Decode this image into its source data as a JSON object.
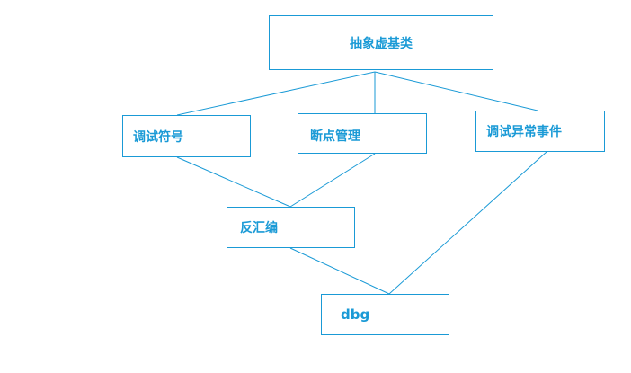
{
  "diagram": {
    "line_color": "#1a9ad6",
    "nodes": {
      "abstract_base": "抽象虚基类",
      "debug_symbols": "调试符号",
      "breakpoint_mgmt": "断点管理",
      "debug_exception_events": "调试异常事件",
      "disassembly": "反汇编",
      "dbg": "dbg"
    },
    "edges": [
      [
        "abstract_base",
        "debug_symbols"
      ],
      [
        "abstract_base",
        "breakpoint_mgmt"
      ],
      [
        "abstract_base",
        "debug_exception_events"
      ],
      [
        "debug_symbols",
        "disassembly"
      ],
      [
        "breakpoint_mgmt",
        "disassembly"
      ],
      [
        "disassembly",
        "dbg"
      ],
      [
        "debug_exception_events",
        "dbg"
      ]
    ]
  }
}
